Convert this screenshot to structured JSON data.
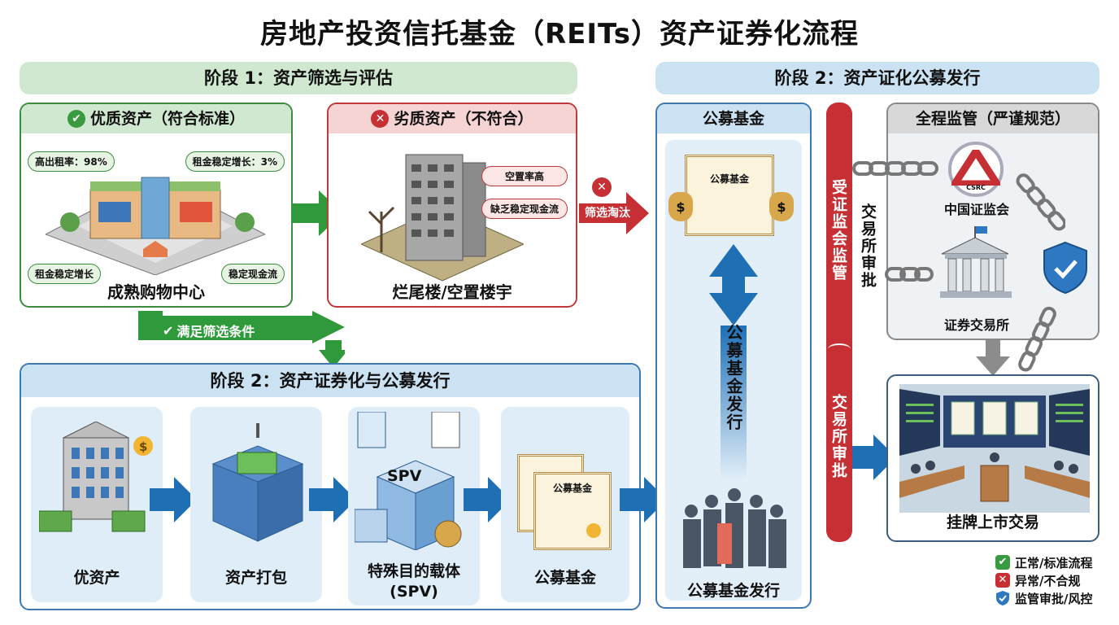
{
  "title": "房地产投资信托基金（REITs）资产证券化流程",
  "stage1": {
    "banner": "阶段 1：资产筛选与评估",
    "good": {
      "header": "优质资产（符合标准）",
      "icon": "check-circle-icon",
      "tags": [
        "高出租率：98%",
        "租金稳定增长：3%",
        "租金稳定增长",
        "稳定现金流"
      ],
      "caption": "成熟购物中心"
    },
    "bad": {
      "header": "劣质资产（不符合）",
      "icon": "x-circle-icon",
      "tags": [
        "空置率高",
        "缺乏稳定现金流"
      ],
      "caption": "烂尾楼/空置楼宇"
    },
    "reject_arrow": "筛选淘汰",
    "pass_arrow": "满足筛选条件"
  },
  "stage2_left": {
    "banner": "阶段 2：资产证券化与公募发行",
    "steps": [
      {
        "label": "优资产"
      },
      {
        "label": "资产打包"
      },
      {
        "label": "特殊目的载体",
        "sub": "(SPV)",
        "badge": "SPV"
      },
      {
        "label": "公募基金",
        "cert_text": "公募基金"
      }
    ]
  },
  "stage2_right": {
    "banner": "阶段 2：资产证化公募发行",
    "fund_card": {
      "header": "公募基金",
      "cert_text": "公募基金",
      "vertical_label": "公募基金发行",
      "caption": "公募基金发行"
    },
    "red_bar": {
      "top": "受证监会监管",
      "bottom": "交易所审批"
    },
    "side_label": "交易所审批",
    "regulation": {
      "header": "全程监管（严谨规范）",
      "csrc": "中国证监会",
      "csrc_logo_text": "CSRC",
      "exchange": "证券交易所"
    },
    "listing": {
      "caption": "挂牌上市交易"
    }
  },
  "legend": [
    {
      "icon": "check-square-icon",
      "label": "正常/标准流程",
      "color": "#3a9a3f"
    },
    {
      "icon": "x-square-icon",
      "label": "异常/不合规",
      "color": "#c62f33"
    },
    {
      "icon": "shield-icon",
      "label": "监管审批/风控",
      "color": "#2e78c2"
    }
  ]
}
